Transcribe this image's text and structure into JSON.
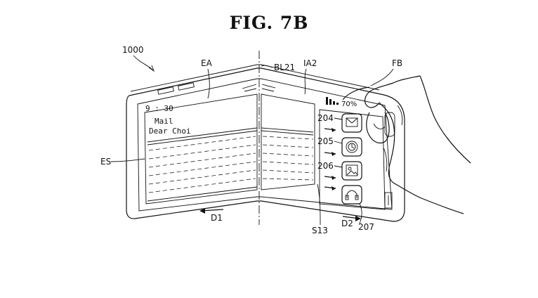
{
  "figure": {
    "title": "FIG. 7B",
    "device_ref": "1000"
  },
  "labels": {
    "ea": "EA",
    "bl21": "BL21",
    "ia2": "IA2",
    "fb": "FB",
    "es": "ES",
    "d1": "D1",
    "d2": "D2",
    "s13": "S13",
    "icon_204": "204",
    "icon_205": "205",
    "icon_206": "206",
    "icon_207": "207"
  },
  "screen": {
    "time": "9 : 30",
    "battery": "70%",
    "mail_title": "Mail",
    "mail_greeting": "Dear Choi"
  },
  "icons": [
    "mail-icon",
    "clock-icon",
    "picture-icon",
    "music-icon"
  ]
}
